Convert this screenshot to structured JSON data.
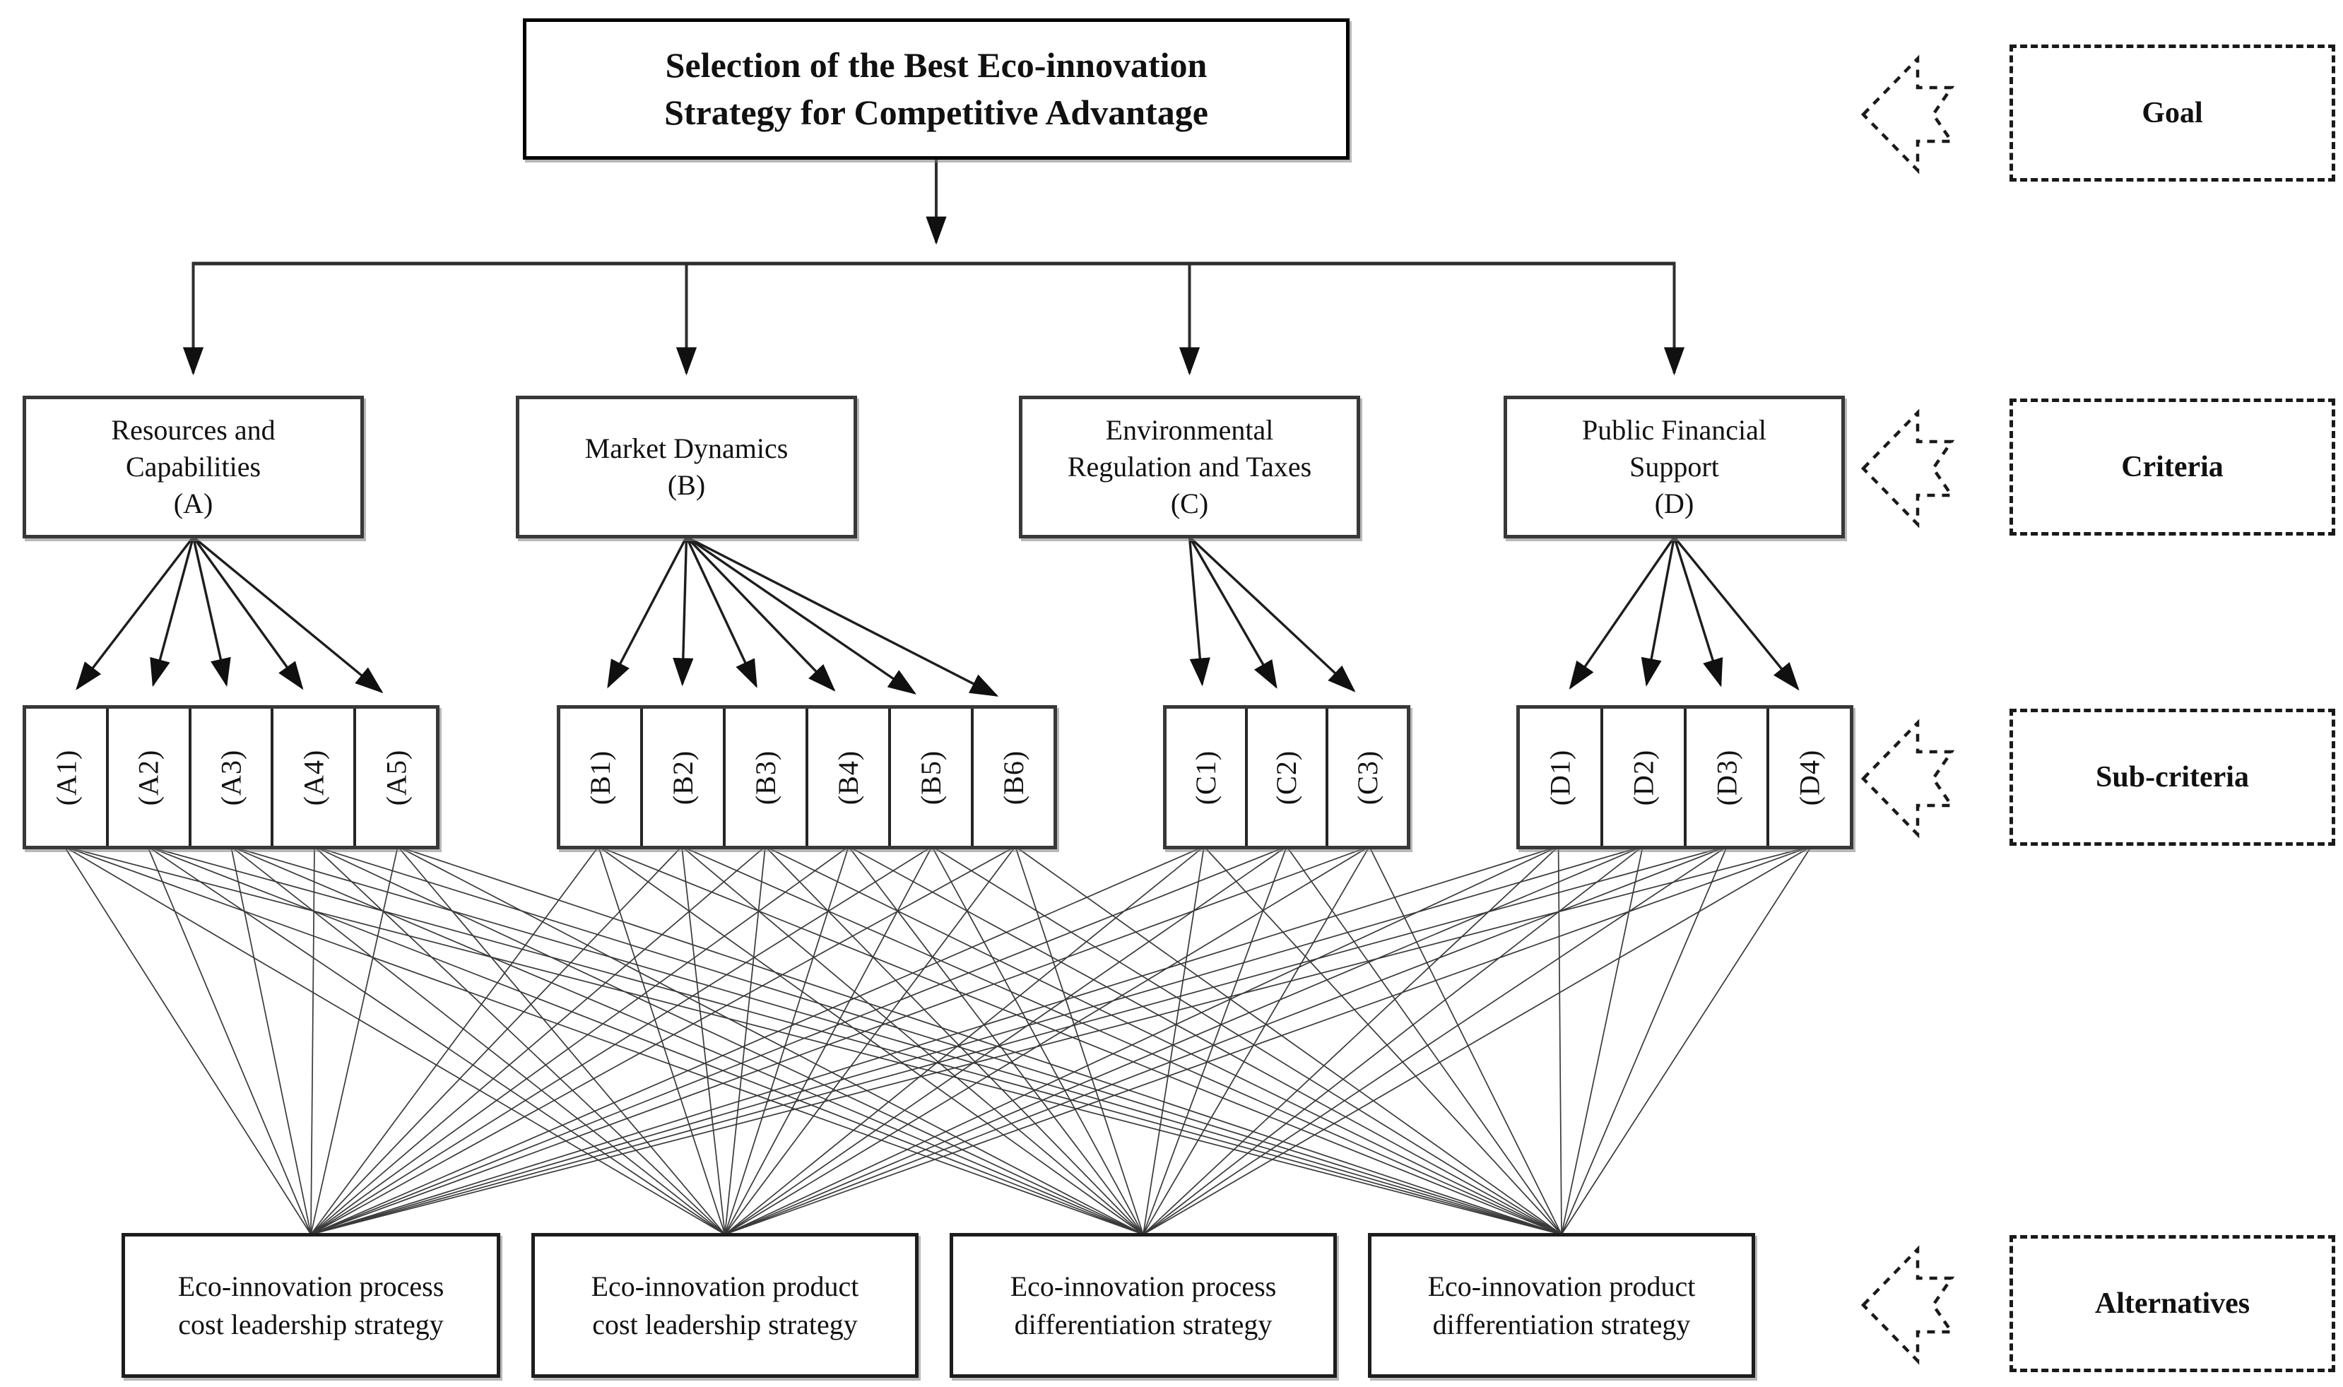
{
  "goal": {
    "title": "Selection of the Best Eco-innovation\nStrategy for Competitive Advantage"
  },
  "criteria": [
    {
      "id": "A",
      "label": "Resources and\nCapabilities",
      "code": "(A)"
    },
    {
      "id": "B",
      "label": "Market Dynamics",
      "code": "(B)"
    },
    {
      "id": "C",
      "label": "Environmental\nRegulation and Taxes",
      "code": "(C)"
    },
    {
      "id": "D",
      "label": "Public Financial\nSupport",
      "code": "(D)"
    }
  ],
  "sub_criteria": {
    "A": [
      "(A1)",
      "(A2)",
      "(A3)",
      "(A4)",
      "(A5)"
    ],
    "B": [
      "(B1)",
      "(B2)",
      "(B3)",
      "(B4)",
      "(B5)",
      "(B6)"
    ],
    "C": [
      "(C1)",
      "(C2)",
      "(C3)"
    ],
    "D": [
      "(D1)",
      "(D2)",
      "(D3)",
      "(D4)"
    ]
  },
  "alternatives": [
    "Eco-innovation process\ncost leadership strategy",
    "Eco-innovation product\ncost leadership strategy",
    "Eco-innovation process\ndifferentiation strategy",
    "Eco-innovation product\ndifferentiation strategy"
  ],
  "legend": {
    "items": [
      "Goal",
      "Criteria",
      "Sub-criteria",
      "Alternatives"
    ]
  },
  "colors": {
    "connector_line": "#2e2e2e",
    "fan_arrow": "#1d1d1d",
    "web_line": "#3a3a3a",
    "box_border": "#383838",
    "text": "#111111",
    "background": "#ffffff"
  }
}
